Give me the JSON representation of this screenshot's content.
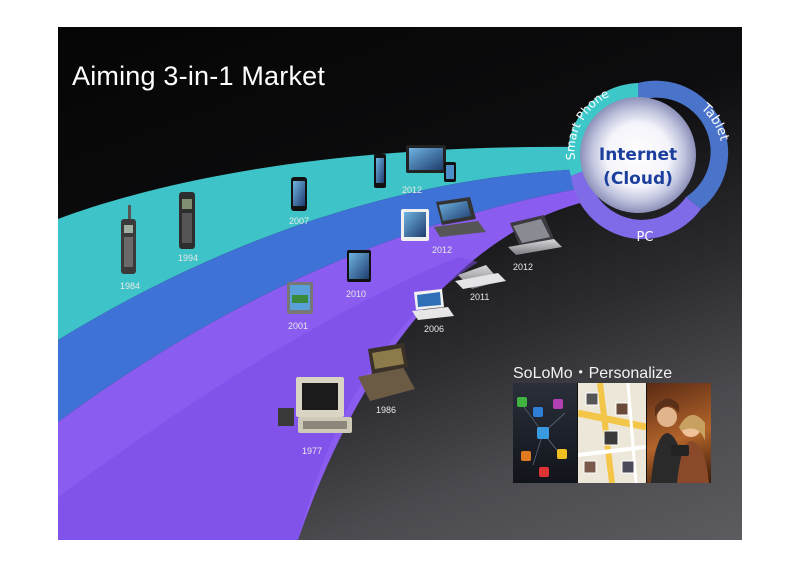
{
  "slide": {
    "title": "Aiming 3-in-1 Market"
  },
  "hub": {
    "center_line1": "Internet",
    "center_line2": "(Cloud)",
    "segments": [
      "Smart Phone",
      "Tablet",
      "PC"
    ],
    "colors": {
      "smartphone": "#3ec7c9",
      "tablet": "#4a74c9",
      "pc": "#7f6ae8"
    }
  },
  "bands": [
    {
      "name": "smartphone",
      "color": "#3ec3c8"
    },
    {
      "name": "tablet",
      "color": "#3f72d6"
    },
    {
      "name": "pc",
      "color": "#8a5cf0"
    }
  ],
  "devices": {
    "smartphone": [
      "1984",
      "1994",
      "2007",
      "2012"
    ],
    "tablet": [
      "2001",
      "2010",
      "2012"
    ],
    "pc": [
      "1977",
      "1986",
      "2006",
      "2011",
      "2012"
    ]
  },
  "solomo": {
    "title": "SoLoMo・Personalize"
  }
}
